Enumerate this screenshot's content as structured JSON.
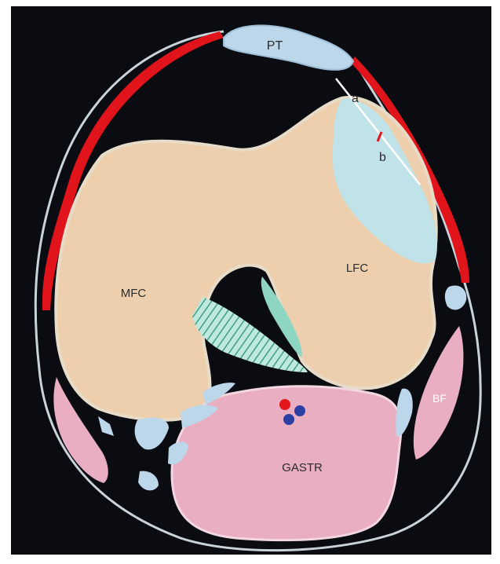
{
  "labels": {
    "pt": "PT",
    "a": "a",
    "b": "b",
    "lfc": "LFC",
    "mfc": "MFC",
    "gastr": "GASTR",
    "bf": "BF"
  },
  "colors": {
    "background": "#0b0b12",
    "outline": "#c9d3da",
    "femur": "#edcfae",
    "femur_edge": "#e6dcc8",
    "cartilage": "#bfe3e8",
    "tendon": "#bcd6ea",
    "muscle": "#e9aec2",
    "red_band": "#e1141b",
    "ligament": "#8fd6c2",
    "dot_red": "#e3161d",
    "dot_blue": "#2c3fa3",
    "line_white": "#ffffff",
    "text_dark": "#2b2b2b",
    "text_light": "#ffffff"
  }
}
